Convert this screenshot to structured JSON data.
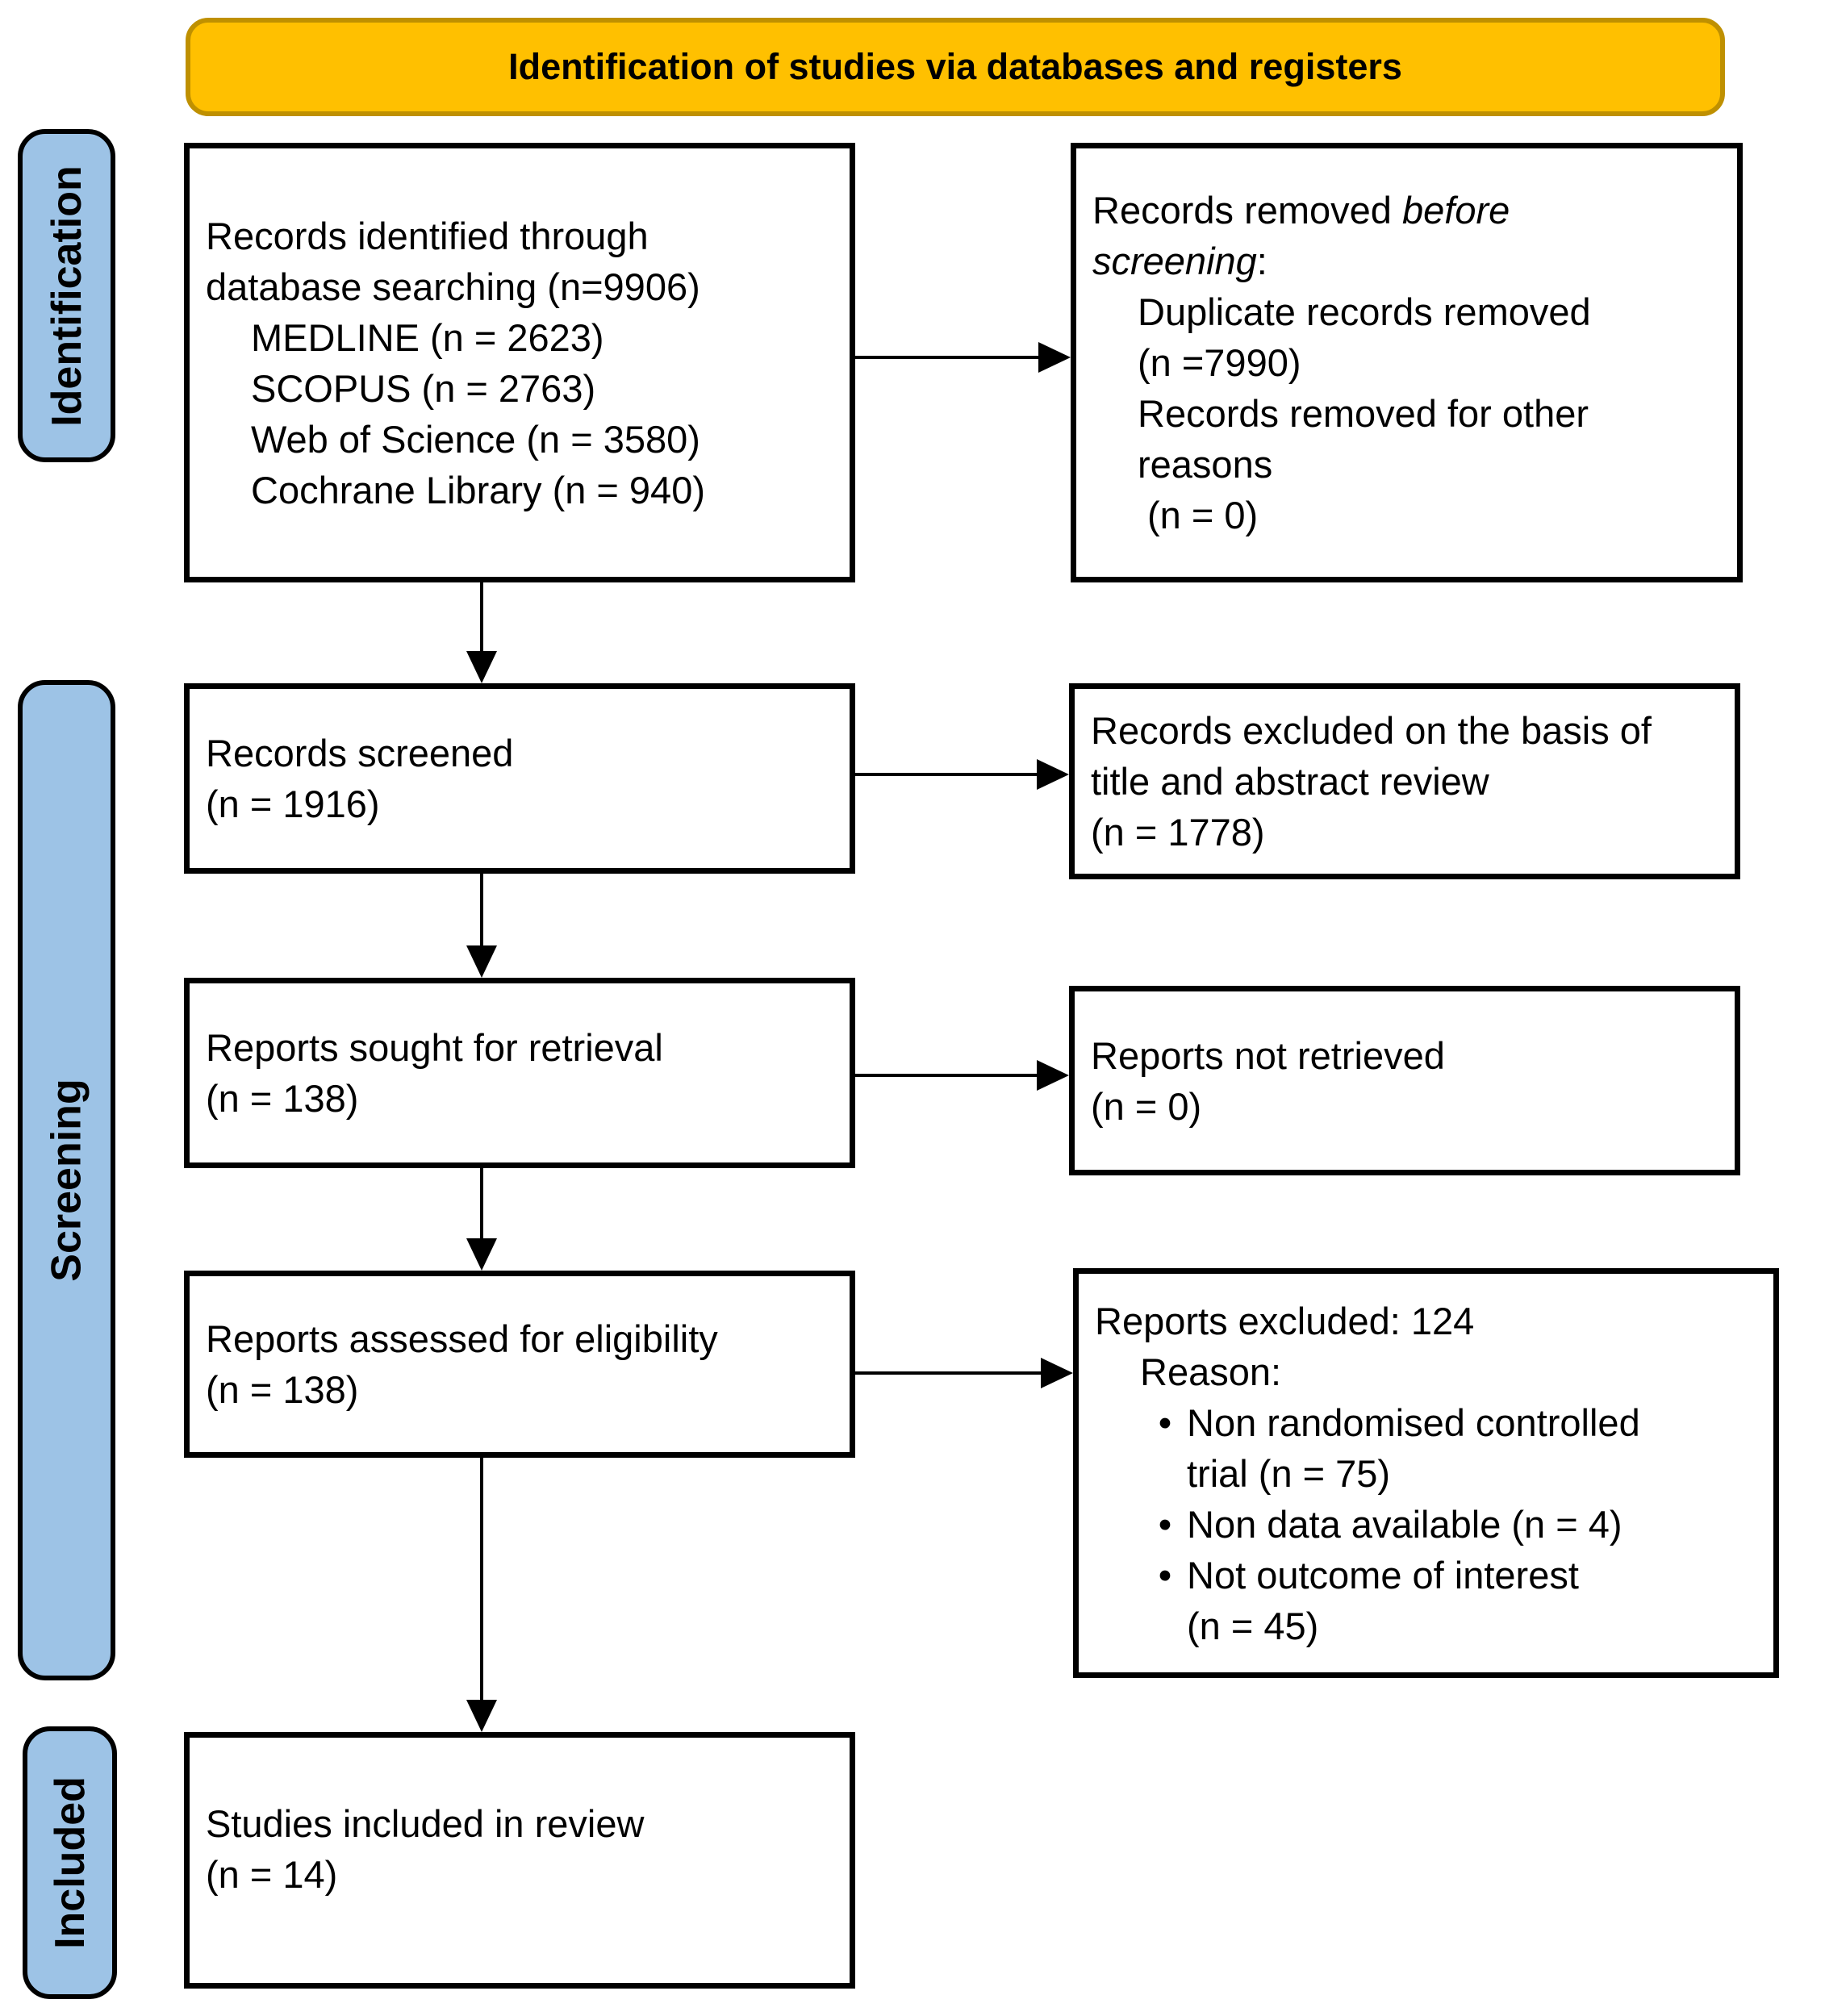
{
  "header": {
    "title": "Identification of studies via databases and registers"
  },
  "colors": {
    "banner_fill": "#FFC000",
    "banner_border": "#BF9000",
    "stage_fill": "#9DC3E6",
    "box_border": "#000000",
    "text": "#000000"
  },
  "stages": {
    "identification": "Identification",
    "screening": "Screening",
    "included": "Included"
  },
  "boxes": {
    "records_identified": {
      "line1": "Records identified through",
      "line2": "database searching (n=9906)",
      "sources": [
        "MEDLINE (n = 2623)",
        "SCOPUS (n = 2763)",
        "Web of Science (n = 3580)",
        "Cochrane Library (n = 940)"
      ]
    },
    "records_removed": {
      "line1_plain": "Records removed ",
      "line1_italic": "before",
      "line2_italic": "screening",
      "line2_plain": ":",
      "reason1_line1": "Duplicate records removed",
      "reason1_line2": "(n =7990)",
      "reason2_line1": "Records removed for other",
      "reason2_line2": "reasons",
      "reason2_line3": "(n = 0)"
    },
    "records_screened": {
      "line1": "Records screened",
      "line2": "(n = 1916)"
    },
    "records_excluded": {
      "line1": "Records excluded on the basis of",
      "line2": "title and abstract review",
      "line3": "(n = 1778)"
    },
    "reports_sought": {
      "line1": "Reports sought for retrieval",
      "line2": "(n = 138)"
    },
    "reports_not_retrieved": {
      "line1": "Reports not retrieved",
      "line2": "(n = 0)"
    },
    "reports_assessed": {
      "line1": "Reports assessed for eligibility",
      "line2": "(n = 138)"
    },
    "reports_excluded": {
      "line1": "Reports excluded: 124",
      "line2": "Reason:",
      "bullet_glyph": "•",
      "bullets": [
        {
          "line1": "Non randomised controlled",
          "line2": "trial (n = 75)"
        },
        {
          "line1": "Non data available (n = 4)",
          "line2": ""
        },
        {
          "line1": "Not outcome of interest",
          "line2": "(n = 45)"
        }
      ]
    },
    "studies_included": {
      "line1": "Studies included in review",
      "line2": "(n = 14)"
    }
  }
}
